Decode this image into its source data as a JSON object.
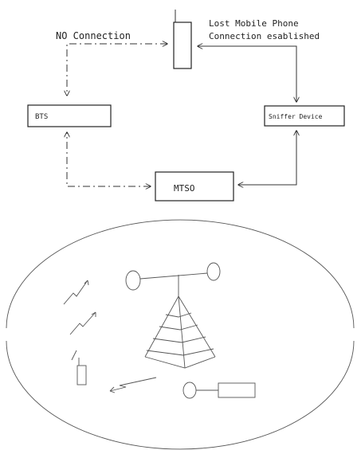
{
  "flow_diagram": {
    "phone_labels": [
      "Lost Mobile Phone",
      "Connection esablished"
    ],
    "no_connection_label": "NO Connection",
    "nodes": {
      "bts": "BTS",
      "mtso": "MTSO",
      "sniffer": "Sniffer Device"
    },
    "links": [
      {
        "from": "phone",
        "to": "bts",
        "style": "dashed",
        "meaning": "NO Connection"
      },
      {
        "from": "phone",
        "to": "sniffer",
        "style": "solid",
        "meaning": "Connection esablished"
      },
      {
        "from": "sniffer",
        "to": "mtso",
        "style": "solid"
      },
      {
        "from": "mtso",
        "to": "bts",
        "style": "dashed"
      }
    ]
  },
  "illustration": {
    "icons": [
      "cell-tower-icon",
      "antenna-dish-icon",
      "mobile-phone-icon",
      "signal-lightning-icon",
      "sniffer-device-icon"
    ]
  }
}
